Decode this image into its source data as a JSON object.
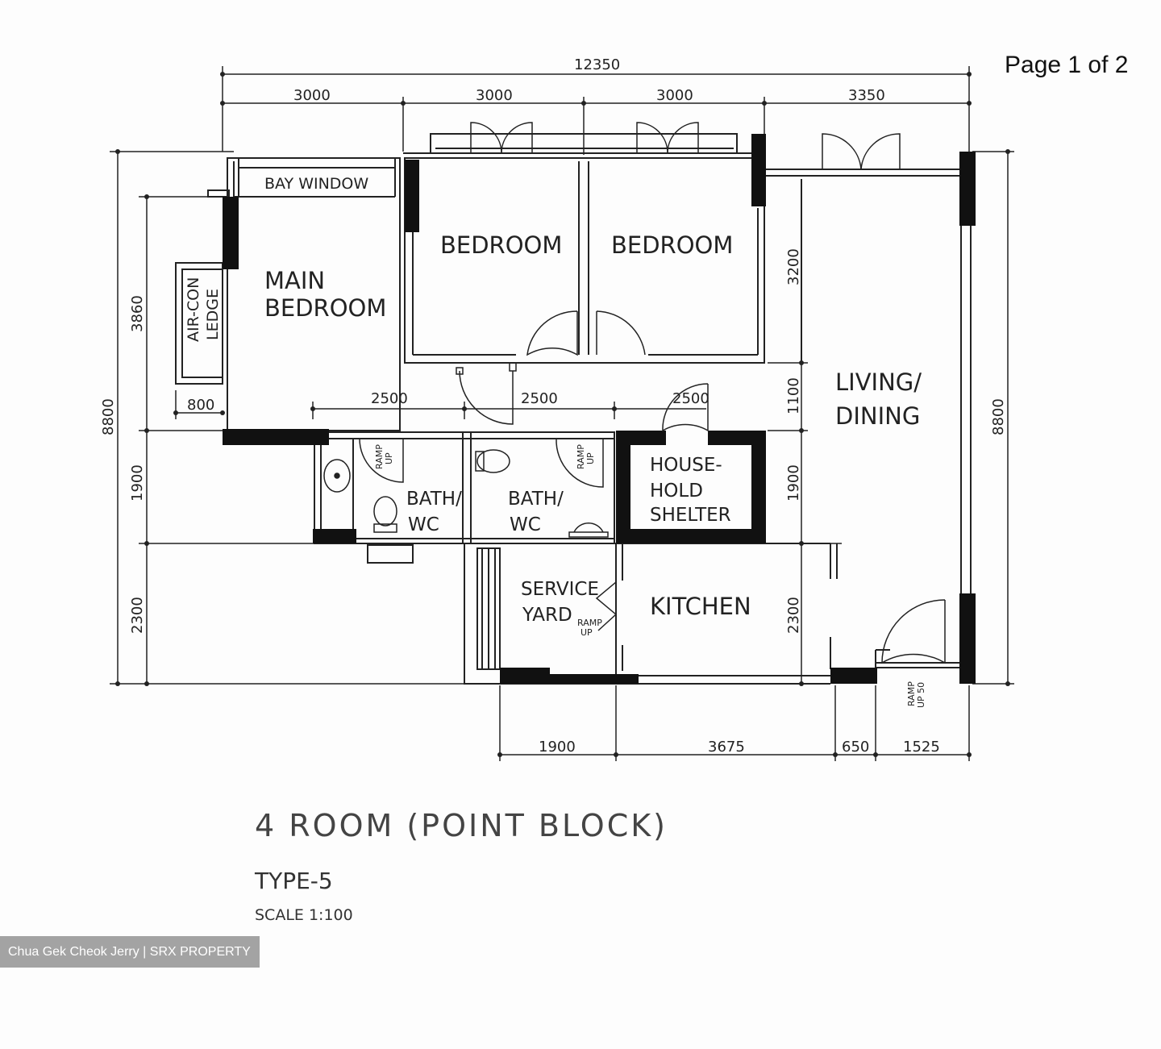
{
  "page_indicator": "Page 1 of 2",
  "title": "4 ROOM (POINT BLOCK)",
  "subtitle": "TYPE-5",
  "scale": "SCALE 1:100",
  "watermark": "Chua Gek Cheok Jerry | SRX PROPERTY",
  "rooms": {
    "bay_window": "BAY WINDOW",
    "bedroom_1": "BEDROOM",
    "bedroom_2": "BEDROOM",
    "main_bedroom_line1": "MAIN",
    "main_bedroom_line2": "BEDROOM",
    "aircon_line1": "AIR-CON",
    "aircon_line2": "LEDGE",
    "living_line1": "LIVING/",
    "living_line2": "DINING",
    "bath1_line1": "BATH/",
    "bath1_line2": "WC",
    "bath2_line1": "BATH/",
    "bath2_line2": "WC",
    "shelter_line1": "HOUSE-",
    "shelter_line2": "HOLD",
    "shelter_line3": "SHELTER",
    "service_line1": "SERVICE",
    "service_line2": "YARD",
    "kitchen": "KITCHEN"
  },
  "ramps": {
    "bath1_line1": "RAMP",
    "bath1_line2": "UP",
    "bath2_line1": "RAMP",
    "bath2_line2": "UP",
    "service_line1": "RAMP",
    "service_line2": "UP",
    "entrance_line1": "RAMP",
    "entrance_line2": "UP 50"
  },
  "dimensions": {
    "overall_width": "12350",
    "top_segments": [
      "3000",
      "3000",
      "3000",
      "3350"
    ],
    "corridor_segments": [
      "2500",
      "2500",
      "2500"
    ],
    "bottom_segments": [
      "1900",
      "3675",
      "650",
      "1525"
    ],
    "left_total": "8800",
    "left_segments": [
      "3860",
      "1900",
      "2300"
    ],
    "aircon_width": "800",
    "right_total": "8800",
    "right_segments": [
      "3200",
      "1100",
      "1900",
      "2300"
    ]
  }
}
